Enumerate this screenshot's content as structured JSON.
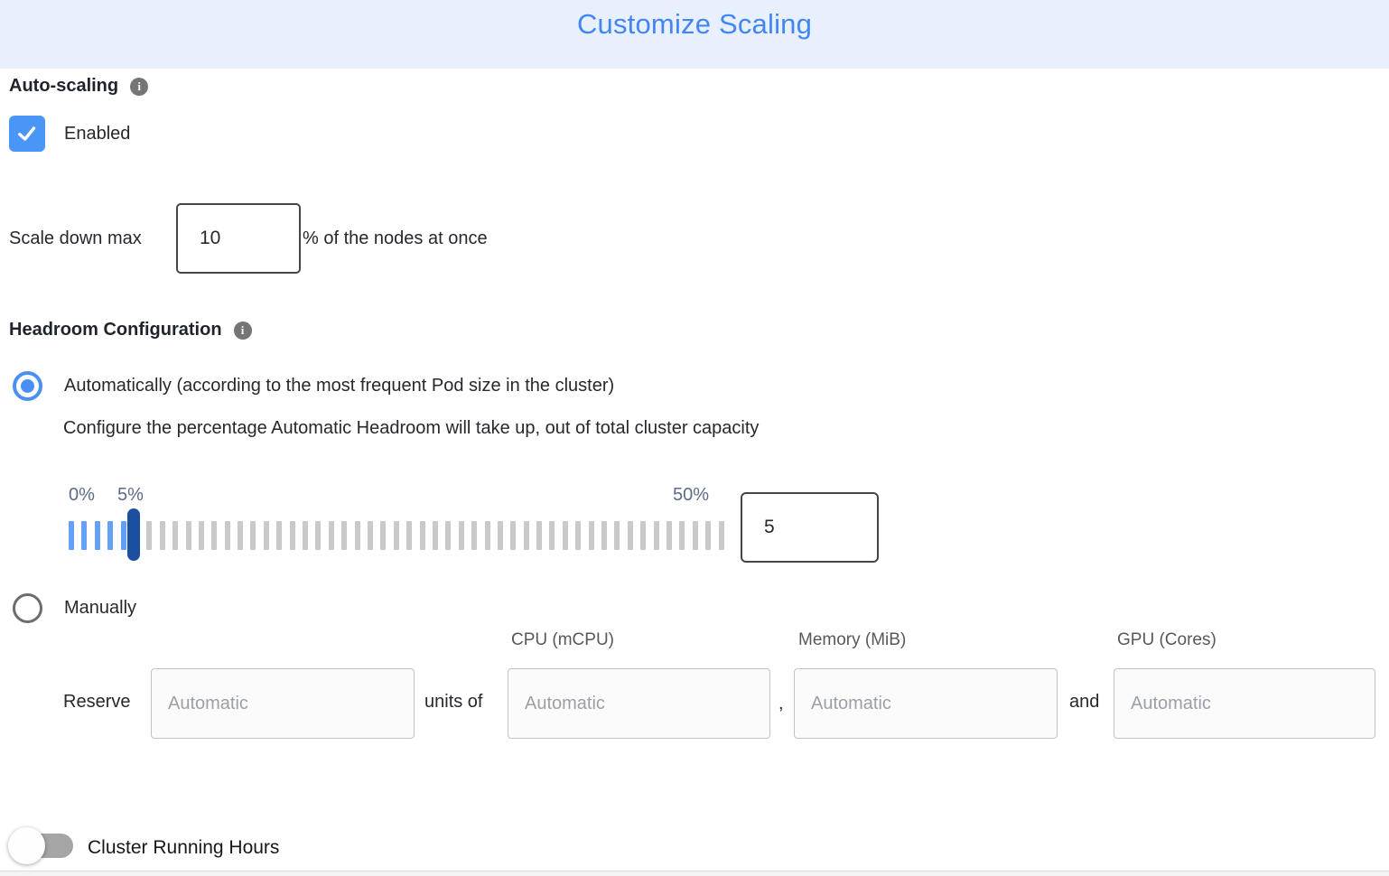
{
  "header": {
    "title": "Customize Scaling"
  },
  "auto_scaling": {
    "label": "Auto-scaling",
    "enabled_label": "Enabled",
    "enabled": true
  },
  "scale_down": {
    "label": "Scale down max",
    "value": "10",
    "suffix": "% of the nodes at once"
  },
  "headroom": {
    "label": "Headroom Configuration",
    "auto_option": "Automatically (according to the most frequent Pod size in the cluster)",
    "auto_description": "Configure the percentage Automatic Headroom will take up, out of total cluster capacity",
    "slider": {
      "min_label": "0%",
      "current_label": "5%",
      "max_label": "50%",
      "value": "5",
      "tick_count": 51,
      "blue_tick_count": 6,
      "handle_index": 5
    },
    "manual_option": "Manually",
    "reserve": {
      "label": "Reserve",
      "units_of": "units of",
      "comma": ",",
      "and": "and",
      "columns": [
        "CPU (mCPU)",
        "Memory (MiB)",
        "GPU (Cores)"
      ],
      "placeholder": "Automatic"
    }
  },
  "cluster_running_hours": {
    "label": "Cluster Running Hours",
    "enabled": false
  },
  "icons": {
    "info": "info-icon",
    "check": "checkmark-icon"
  },
  "colors": {
    "header_bg": "#e8f0fe",
    "title_blue": "#4285f4",
    "checkbox_blue": "#4a96f7",
    "radio_blue": "#4a90f4",
    "tick_blue": "#64a0f6",
    "tick_gray": "#c9c9c9",
    "slider_handle": "#1b4fa0",
    "toggle_track_gray": "#a5a5a5"
  }
}
